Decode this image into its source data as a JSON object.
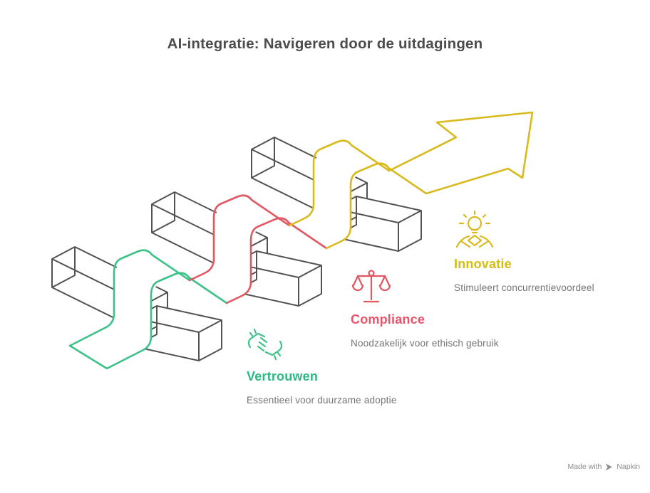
{
  "title": "AI-integratie: Navigeren door de uitdagingen",
  "items": [
    {
      "label": "Vertrouwen",
      "description": "Essentieel voor duurzame adoptie",
      "color": "#3ec288",
      "icon": "handshake-icon"
    },
    {
      "label": "Compliance",
      "description": "Noodzakelijk voor ethisch gebruik",
      "color": "#e25862",
      "icon": "scales-icon"
    },
    {
      "label": "Innovatie",
      "description": "Stimuleert concurrentievoordeel",
      "color": "#d9ba1d",
      "icon": "lightbulb-hands-icon"
    }
  ],
  "colors": {
    "green": "#3ec288",
    "red": "#e25862",
    "yellow": "#d9ba1d",
    "bar": "#525252",
    "title": "#4c4c4c",
    "description": "#757575",
    "watermark": "#8d8d8d"
  },
  "watermark": {
    "prefix": "Made with",
    "brand": "Napkin"
  }
}
